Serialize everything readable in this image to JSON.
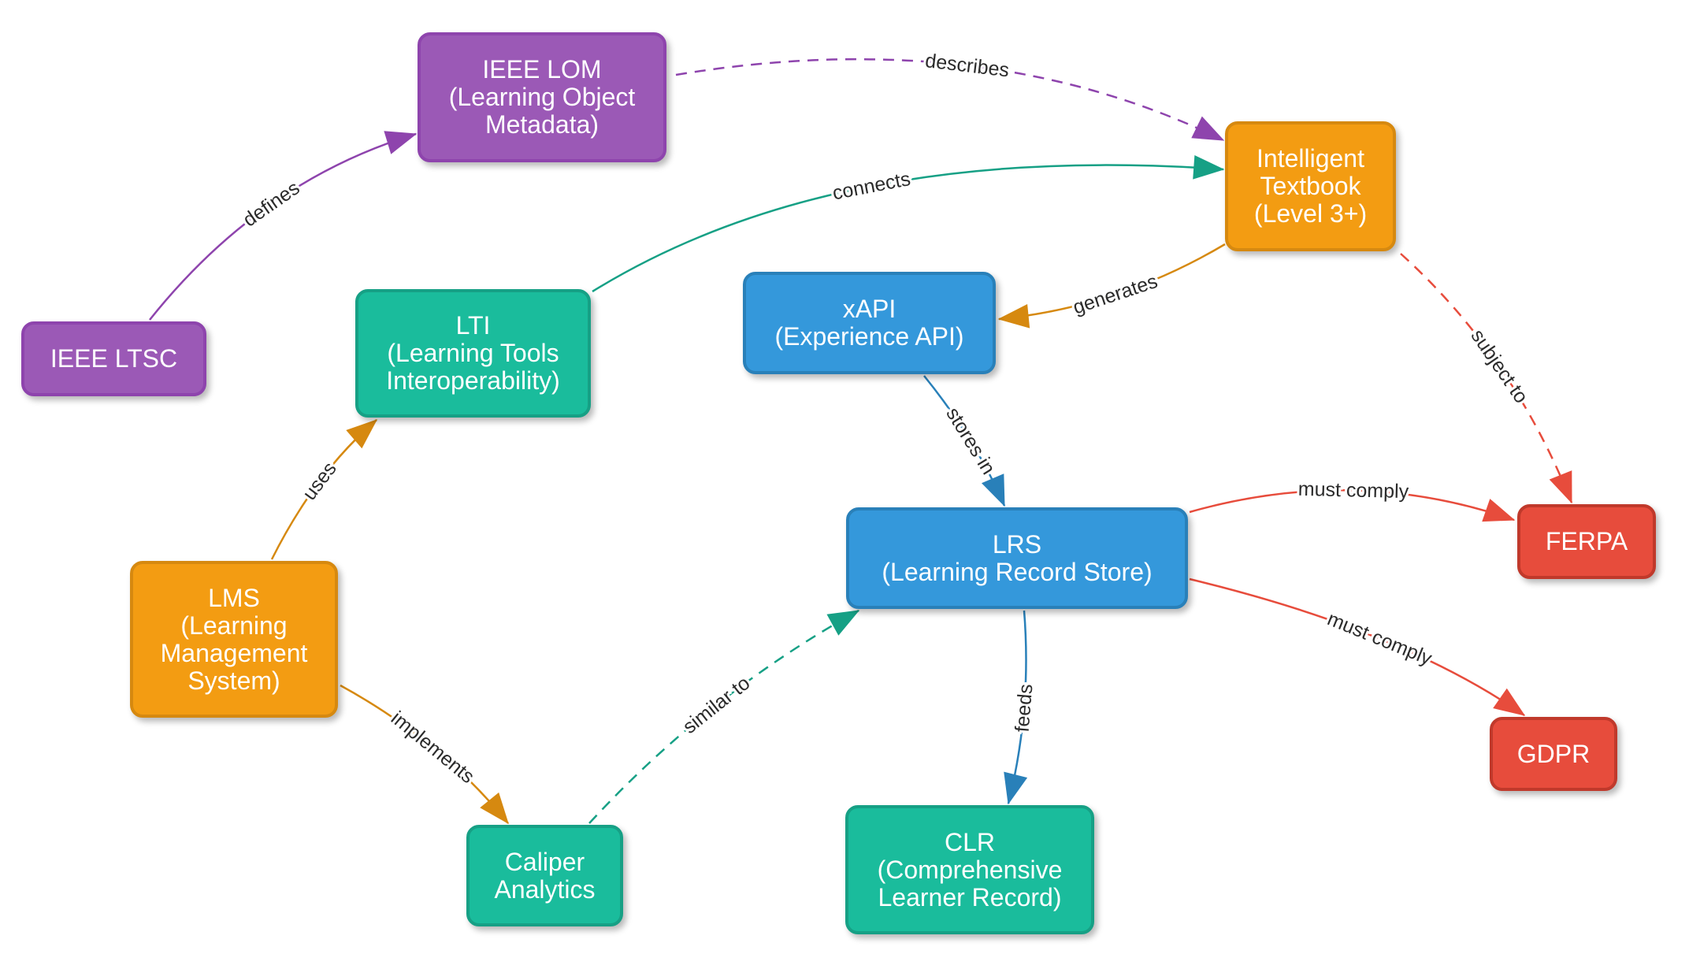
{
  "nodes": {
    "ieee_lom": {
      "label": "IEEE LOM\n(Learning Object\nMetadata)"
    },
    "intelligent_textbook": {
      "label": "Intelligent\nTextbook\n(Level 3+)"
    },
    "ieee_ltsc": {
      "label": "IEEE LTSC"
    },
    "lti": {
      "label": "LTI\n(Learning Tools\nInteroperability)"
    },
    "xapi": {
      "label": "xAPI\n(Experience API)"
    },
    "lrs": {
      "label": "LRS\n(Learning Record Store)"
    },
    "ferpa": {
      "label": "FERPA"
    },
    "lms": {
      "label": "LMS\n(Learning\nManagement\nSystem)"
    },
    "gdpr": {
      "label": "GDPR"
    },
    "caliper": {
      "label": "Caliper\nAnalytics"
    },
    "clr": {
      "label": "CLR\n(Comprehensive\nLearner Record)"
    }
  },
  "edges": [
    {
      "from": "ieee_ltsc",
      "to": "ieee_lom",
      "label": "defines",
      "style": "solid",
      "color": "#8e44ad"
    },
    {
      "from": "ieee_lom",
      "to": "intelligent_textbook",
      "label": "describes",
      "style": "dashed",
      "color": "#8e44ad"
    },
    {
      "from": "lti",
      "to": "intelligent_textbook",
      "label": "connects",
      "style": "solid",
      "color": "#16a085"
    },
    {
      "from": "intelligent_textbook",
      "to": "xapi",
      "label": "generates",
      "style": "solid",
      "color": "#d68910"
    },
    {
      "from": "intelligent_textbook",
      "to": "ferpa",
      "label": "subject to",
      "style": "dashed",
      "color": "#e74c3c"
    },
    {
      "from": "xapi",
      "to": "lrs",
      "label": "stores in",
      "style": "solid",
      "color": "#2980b9"
    },
    {
      "from": "lrs",
      "to": "ferpa",
      "label": "must comply",
      "style": "solid",
      "color": "#e74c3c"
    },
    {
      "from": "lrs",
      "to": "gdpr",
      "label": "must comply",
      "style": "solid",
      "color": "#e74c3c"
    },
    {
      "from": "lrs",
      "to": "clr",
      "label": "feeds",
      "style": "solid",
      "color": "#2980b9"
    },
    {
      "from": "lms",
      "to": "lti",
      "label": "uses",
      "style": "solid",
      "color": "#d68910"
    },
    {
      "from": "lms",
      "to": "caliper",
      "label": "implements",
      "style": "solid",
      "color": "#d68910"
    },
    {
      "from": "caliper",
      "to": "lrs",
      "label": "similar to",
      "style": "dashed",
      "color": "#16a085"
    }
  ],
  "colors": {
    "purple": "#9b59b6",
    "teal": "#1abc9c",
    "orange": "#f39c12",
    "blue": "#3498db",
    "red": "#e74c3c"
  }
}
